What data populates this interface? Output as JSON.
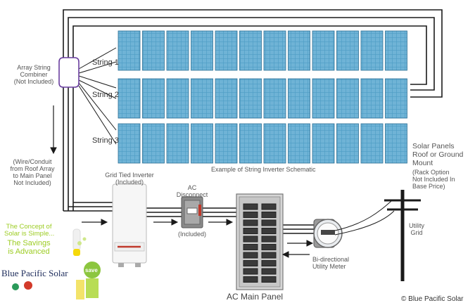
{
  "strings": [
    "String 1",
    "String 2",
    "String 3"
  ],
  "combiner": {
    "title_line1": "Array String",
    "title_line2": "Combiner",
    "note": "(Not Included)"
  },
  "conduit": {
    "lines": [
      "(Wire/Conduit",
      "from Roof Array",
      "to Main Panel",
      "Not Included)"
    ]
  },
  "schematic_caption": "Example of String Inverter Schematic",
  "solar_panels": {
    "lines": [
      "Solar Panels",
      "Roof or Ground",
      "Mount"
    ],
    "rack_lines": [
      "(Rack Option",
      "Not Included In",
      "Base Price)"
    ]
  },
  "inverter": {
    "line1": "Grid Tied Inverter",
    "line2": "(Included)"
  },
  "disconnect": {
    "line1": "AC",
    "line2": "Disconnect",
    "note": "(Included)"
  },
  "main_panel": "AC Main Panel",
  "meter": {
    "line1": "Bi-directional",
    "line2": "Utility Meter"
  },
  "grid": {
    "line1": "Utility",
    "line2": "Grid"
  },
  "copyright": "© Blue Pacific Solar",
  "logo": {
    "tag1": "The Concept of",
    "tag2": "Solar is Simple...",
    "tag3": "The Savings",
    "tag4": "is Advanced",
    "brand": "Blue Pacific Solar",
    "badge": "save"
  },
  "colors": {
    "panel": "#3f8fb8",
    "wire": "#1a1a1a",
    "accent_green": "#9ccc22",
    "brand_blue": "#1b2a5a"
  }
}
